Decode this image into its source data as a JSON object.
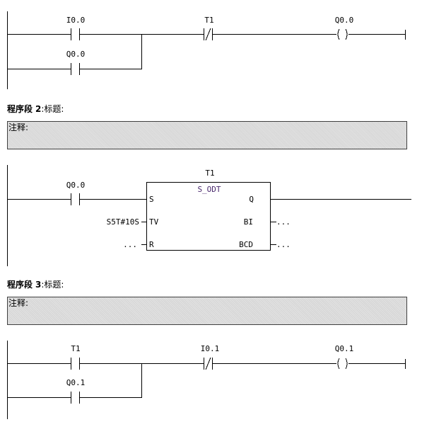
{
  "networks": [
    {
      "contact_main": "I0.0",
      "contact_nc": "T1",
      "coil": "Q0.0",
      "contact_branch": "Q0.0"
    },
    {
      "segment_word": "程序段",
      "segment_number": "2",
      "segment_suffix": ":标题:",
      "comment_label": "注释:",
      "contact_main": "Q0.0",
      "timer_name": "T1",
      "function_block": "S_ODT",
      "pin_s": "S",
      "pin_tv": "TV",
      "pin_r": "R",
      "pin_q": "Q",
      "pin_bi": "BI",
      "pin_bcd": "BCD",
      "tv_value": "S5T#10S",
      "r_value": "...",
      "bi_value": "...",
      "bcd_value": "..."
    },
    {
      "segment_word": "程序段",
      "segment_number": "3",
      "segment_suffix": ":标题:",
      "comment_label": "注释:",
      "contact_main": "T1",
      "contact_nc": "I0.1",
      "coil": "Q0.1",
      "contact_branch": "Q0.1"
    }
  ],
  "colors": {
    "line": "#000000",
    "comment_bg": "#d4d4d4",
    "function_block_text": "#4b2a6e"
  }
}
